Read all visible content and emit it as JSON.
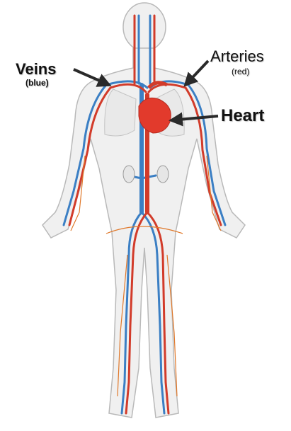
{
  "labels": {
    "veins": "Veins",
    "veins_sub": "(blue)",
    "arteries": "Arteries",
    "arteries_sub": "(red)",
    "heart": "Heart"
  },
  "colors": {
    "vein": "#3b7fc4",
    "artery": "#d23b2a",
    "small_artery": "#e0782a",
    "body_fill": "#f0f0f0",
    "body_outline": "#b9b9b9",
    "arrow": "#2a2a2a",
    "heart": "#e23a2c"
  }
}
